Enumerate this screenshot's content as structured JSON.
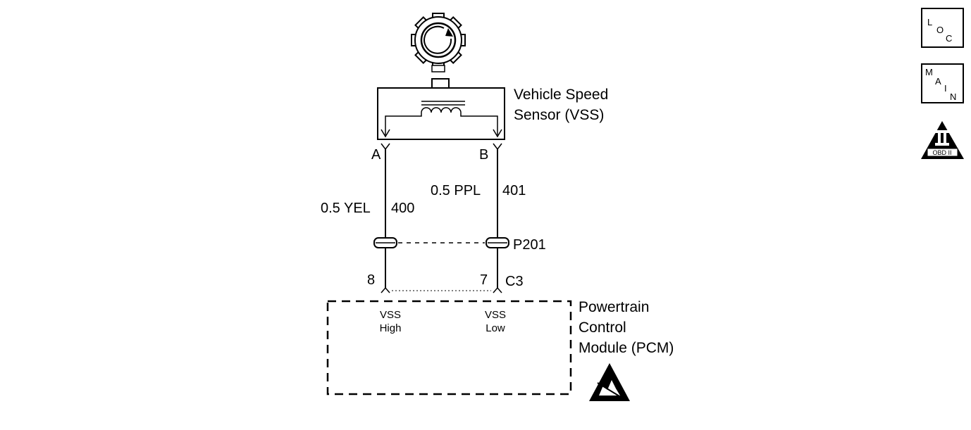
{
  "sensor": {
    "name_line1": "Vehicle Speed",
    "name_line2": "Sensor (VSS)",
    "terminal_a": "A",
    "terminal_b": "B"
  },
  "wires": {
    "left": {
      "size_color": "0.5 YEL",
      "circuit": "400"
    },
    "right": {
      "size_color": "0.5 PPL",
      "circuit": "401"
    }
  },
  "connector": {
    "inline_name": "P201",
    "pin_left": "8",
    "pin_right": "7",
    "module_connector": "C3"
  },
  "module": {
    "name_line1": "Powertrain",
    "name_line2": "Control",
    "name_line3": "Module (PCM)",
    "pin_left_line1": "VSS",
    "pin_left_line2": "High",
    "pin_right_line1": "VSS",
    "pin_right_line2": "Low"
  },
  "nav_icons": {
    "loc": {
      "l1": "L",
      "l2": "O",
      "l3": "C"
    },
    "main": {
      "l1": "M",
      "l2": "A",
      "l3": "I",
      "l4": "N"
    },
    "obd": {
      "roman": "II",
      "label": "OBD II"
    }
  }
}
